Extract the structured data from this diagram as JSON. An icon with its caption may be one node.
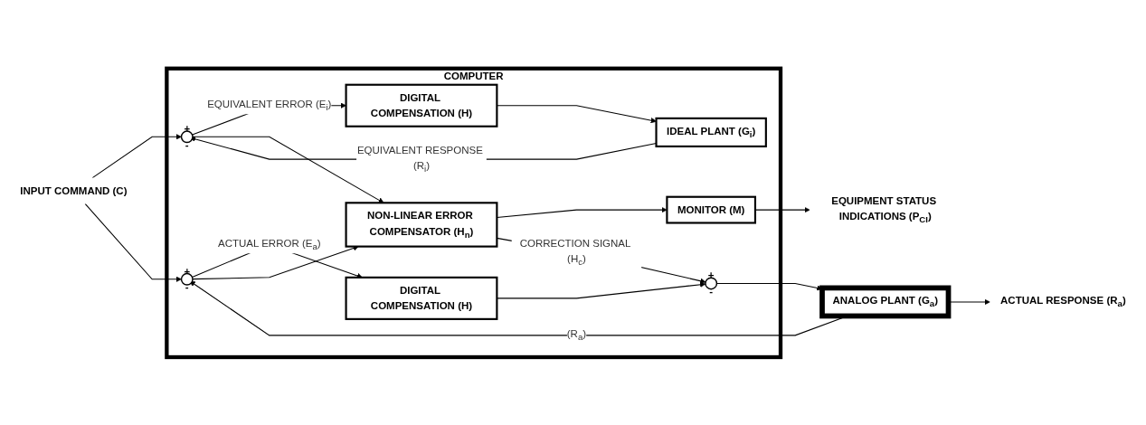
{
  "diagram": {
    "nodes": [
      {
        "text": [
          "COMPUTER"
        ]
      },
      {
        "text": [
          "INPUT COMMAND (C)"
        ]
      },
      {
        "text": [],
        "shape": "circle",
        "in": 0,
        "beside": [
          "+",
          "-"
        ]
      },
      {
        "text": [
          "DIGITAL COMPENSATION (H)"
        ],
        "in": 0
      },
      {
        "text": [
          "IDEAL PLANT (G$_{i}$)"
        ],
        "in": 0
      },
      {
        "text": [
          "NON-LINEAR ERROR COMPENSATOR (H$_{n}$)"
        ],
        "in": 0
      },
      {
        "text": [
          "MONITOR (M)"
        ],
        "in": 0
      },
      {
        "text": [],
        "shape": "circle",
        "in": 0,
        "beside": [
          "+",
          "-"
        ]
      },
      {
        "text": [
          "DIGITAL COMPENSATION (H)"
        ],
        "in": 0
      },
      {
        "text": [],
        "shape": "circle",
        "in": 0,
        "beside": [
          "+",
          "-"
        ]
      },
      {
        "text": [
          "ANALOG PLANT (G$_{a}$)"
        ]
      },
      {
        "text": [
          "EQUIPMENT STATUS INDICATIONS (P$_{CI}$)"
        ]
      },
      {
        "text": [
          "ACTUAL RESPONSE (R$_{a}$)"
        ]
      }
    ],
    "edges": [
      {
        "from": 1,
        "to": 2,
        "arrow": "to"
      },
      {
        "from": 1,
        "to": 7,
        "arrow": "to"
      },
      {
        "from": 2,
        "to": 3,
        "arrow": "to",
        "label": "EQUIVALENT ERROR (E$_{i}$)"
      },
      {
        "from": 2,
        "to": 5,
        "arrow": "to"
      },
      {
        "from": 3,
        "to": 4,
        "arrow": "to"
      },
      {
        "from": 4,
        "to": 2,
        "arrow": "to",
        "label": "EQUIVALENT RESPONSE (R$_{i}$)"
      },
      {
        "from": 7,
        "to": 8,
        "arrow": "to",
        "label": "ACTUAL ERROR (E$_{a}$)"
      },
      {
        "from": 7,
        "to": 5,
        "arrow": "to"
      },
      {
        "from": 5,
        "to": 6,
        "arrow": "to"
      },
      {
        "from": 6,
        "to": 11,
        "arrow": "to"
      },
      {
        "from": 5,
        "to": 9,
        "arrow": "to",
        "label": "CORRECTION SIGNAL (H$_{c}$)"
      },
      {
        "from": 8,
        "to": 9,
        "arrow": "to"
      },
      {
        "from": 9,
        "to": 10,
        "arrow": "to"
      },
      {
        "from": 10,
        "to": 12,
        "arrow": "to"
      },
      {
        "from": 10,
        "to": 7,
        "arrow": "to",
        "label": "(R$_{a}$)"
      }
    ]
  }
}
